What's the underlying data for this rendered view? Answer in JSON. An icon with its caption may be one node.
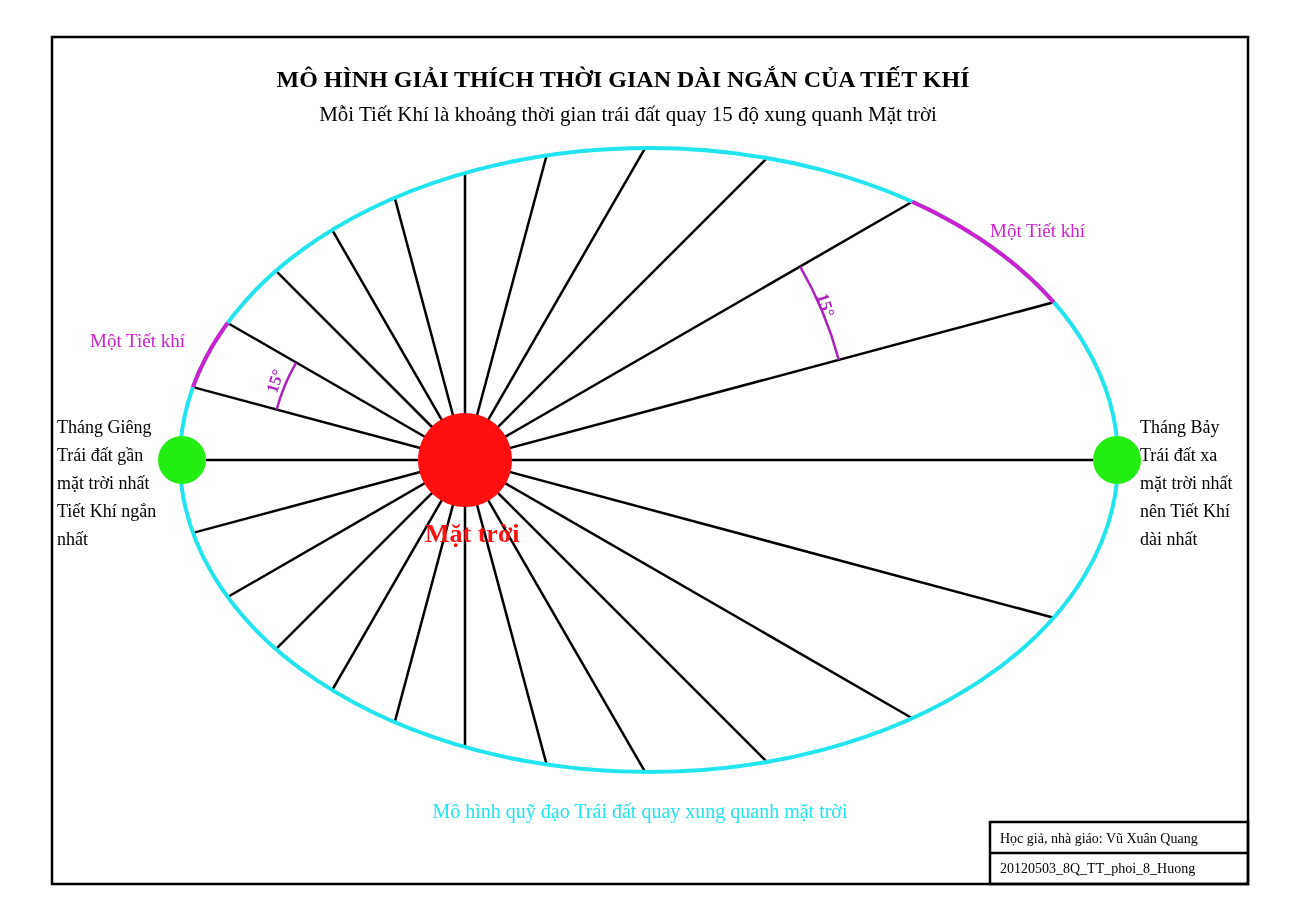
{
  "diagram": {
    "title": "MÔ HÌNH GIẢI THÍCH THỜI GIAN DÀI NGẮN CỦA TIẾT KHÍ",
    "nodes": [
      {
        "text": [],
        "shape": "circle",
        "beside": [
          "Mặt trời"
        ]
      },
      {
        "text": [],
        "shape": "circle",
        "beside": [
          "Tháng Giêng Trái đất gần mặt trời nhất Tiết Khí ngắn nhất"
        ]
      },
      {
        "text": [],
        "shape": "circle",
        "beside": [
          "Tháng Bảy Trái đất xa mặt trời nhất nên Tiết Khí dài nhất"
        ]
      }
    ],
    "edges": [
      {
        "from": 0,
        "to": 1,
        "arrow": "none"
      },
      {
        "from": 0,
        "to": 2,
        "arrow": "none"
      }
    ],
    "labels": [
      "Mỗi Tiết Khí là khoảng thời gian trái đất quay 15 độ xung quanh Mặt trời",
      "Một Tiết khí",
      "15°",
      "Một Tiết khí",
      "15°",
      "Mô hình quỹ đạo Trái đất quay xung quanh mặt trời",
      "Học giả, nhà giáo: Vũ Xuân Quang",
      "20120503_8Q_TT_phoi_8_Huong"
    ]
  }
}
